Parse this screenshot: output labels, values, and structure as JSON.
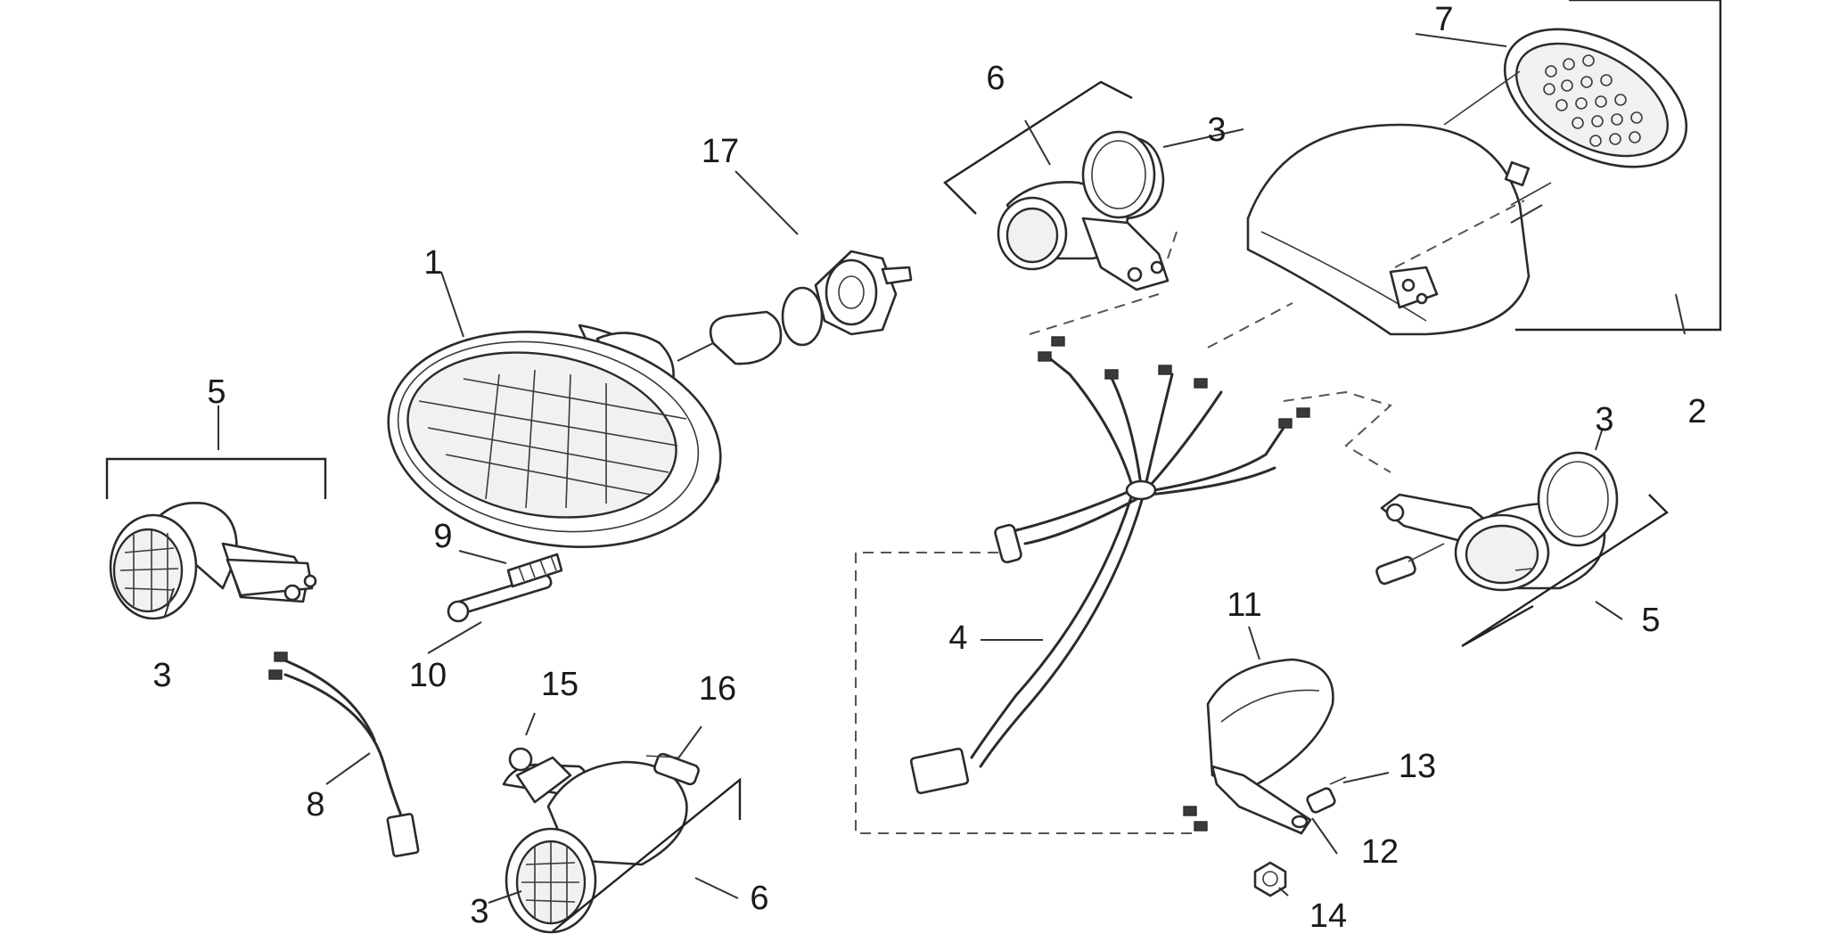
{
  "callouts": [
    {
      "id": "c1",
      "text": "1"
    },
    {
      "id": "c2",
      "text": "2"
    },
    {
      "id": "c3a",
      "text": "3"
    },
    {
      "id": "c3b",
      "text": "3"
    },
    {
      "id": "c3c",
      "text": "3"
    },
    {
      "id": "c3d",
      "text": "3"
    },
    {
      "id": "c4",
      "text": "4"
    },
    {
      "id": "c5a",
      "text": "5"
    },
    {
      "id": "c5b",
      "text": "5"
    },
    {
      "id": "c6a",
      "text": "6"
    },
    {
      "id": "c6b",
      "text": "6"
    },
    {
      "id": "c7",
      "text": "7"
    },
    {
      "id": "c8",
      "text": "8"
    },
    {
      "id": "c9",
      "text": "9"
    },
    {
      "id": "c10",
      "text": "10"
    },
    {
      "id": "c11",
      "text": "11"
    },
    {
      "id": "c12",
      "text": "12"
    },
    {
      "id": "c13",
      "text": "13"
    },
    {
      "id": "c14",
      "text": "14"
    },
    {
      "id": "c15",
      "text": "15"
    },
    {
      "id": "c16",
      "text": "16"
    },
    {
      "id": "c17",
      "text": "17"
    }
  ]
}
